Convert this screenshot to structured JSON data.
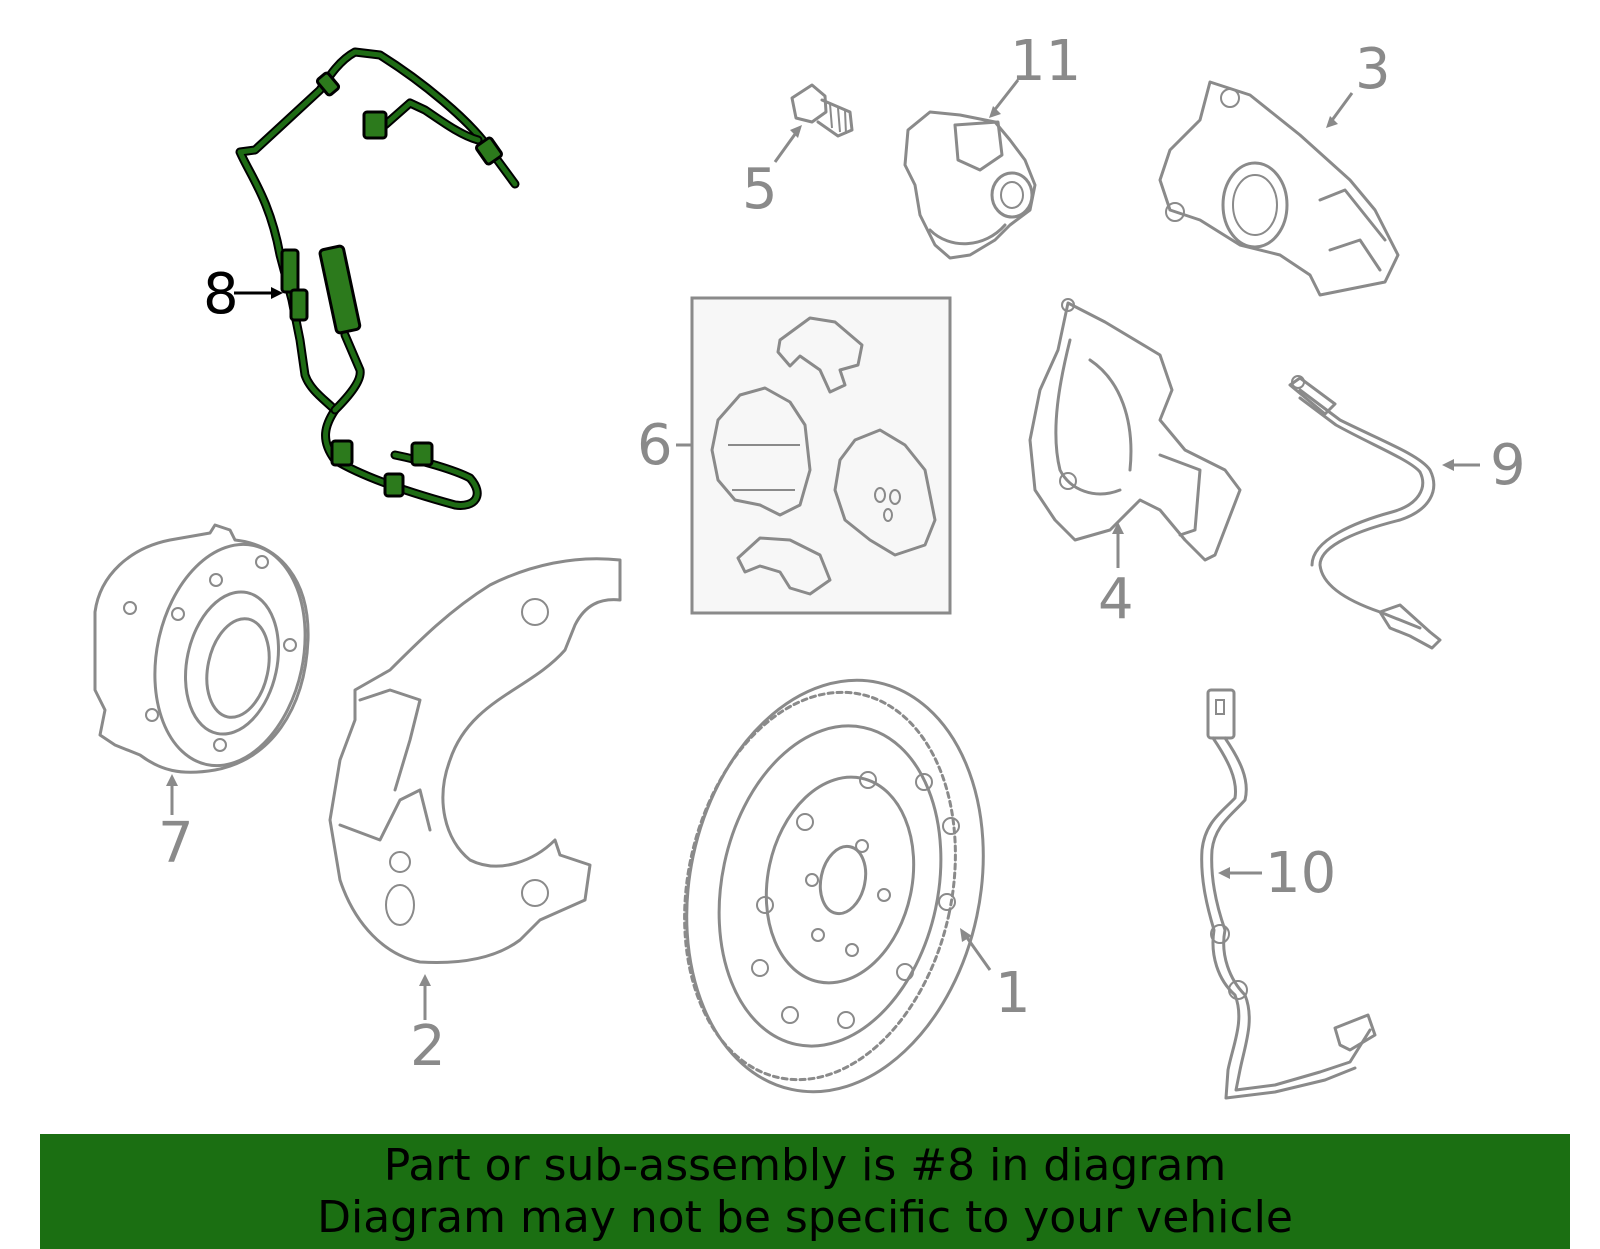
{
  "callouts": {
    "c1": "1",
    "c2": "2",
    "c3": "3",
    "c4": "4",
    "c5": "5",
    "c6": "6",
    "c7": "7",
    "c8": "8",
    "c9": "9",
    "c10": "10",
    "c11": "11"
  },
  "highlighted_part": "8",
  "colors": {
    "highlight": "#2c7a1c",
    "banner": "#1b6f12",
    "line_art": "#8a8a8a"
  },
  "banner": {
    "line1": "Part or sub-assembly is #8 in diagram",
    "line2": "Diagram may not be specific to your vehicle"
  }
}
